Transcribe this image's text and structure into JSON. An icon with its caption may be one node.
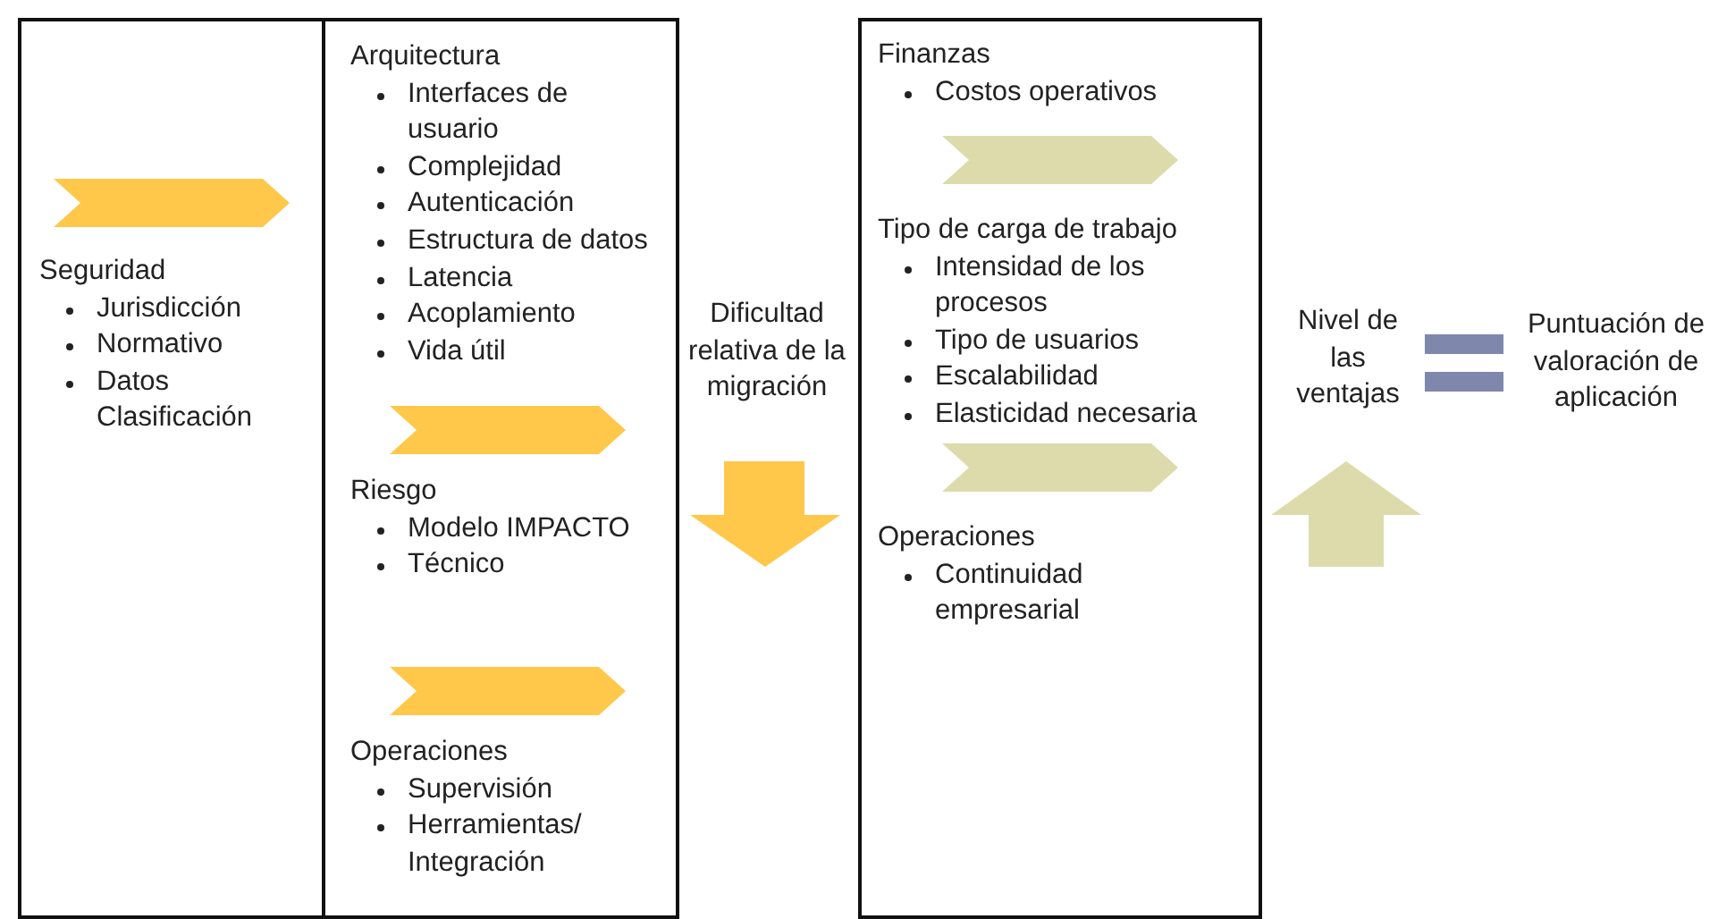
{
  "diagram": {
    "nodes": [
      {
        "text": [],
        "shape": "box"
      },
      {
        "text": [
          "Seguridad",
          "Jurisdicción",
          "Normativo",
          "Datos Clasificación"
        ],
        "in": 0
      },
      {
        "text": [],
        "shape": "box"
      },
      {
        "text": [
          "Arquitectura",
          "Interfaces de usuario",
          "Complejidad",
          "Autenticación",
          "Estructura de datos",
          "Latencia",
          "Acoplamiento",
          "Vida útil"
        ],
        "in": 2
      },
      {
        "text": [
          "Riesgo",
          "Modelo IMPACTO",
          "Técnico"
        ],
        "in": 2
      },
      {
        "text": [
          "Operaciones",
          "Supervisión",
          "Herramientas/ Integración"
        ],
        "in": 2
      },
      {
        "text": [
          "Dificultad relativa de la migración"
        ]
      },
      {
        "text": [],
        "shape": "box"
      },
      {
        "text": [
          "Finanzas",
          "Costos operativos"
        ],
        "in": 7
      },
      {
        "text": [
          "Tipo de carga de trabajo",
          "Intensidad de los procesos",
          "Tipo de usuarios",
          "Escalabilidad",
          "Elasticidad necesaria"
        ],
        "in": 7
      },
      {
        "text": [
          "Operaciones",
          "Continuidad empresarial"
        ],
        "in": 7
      },
      {
        "text": [
          "Nivel de las ventajas"
        ]
      },
      {
        "text": [
          "Puntuación de valoración de aplicación"
        ]
      }
    ]
  }
}
